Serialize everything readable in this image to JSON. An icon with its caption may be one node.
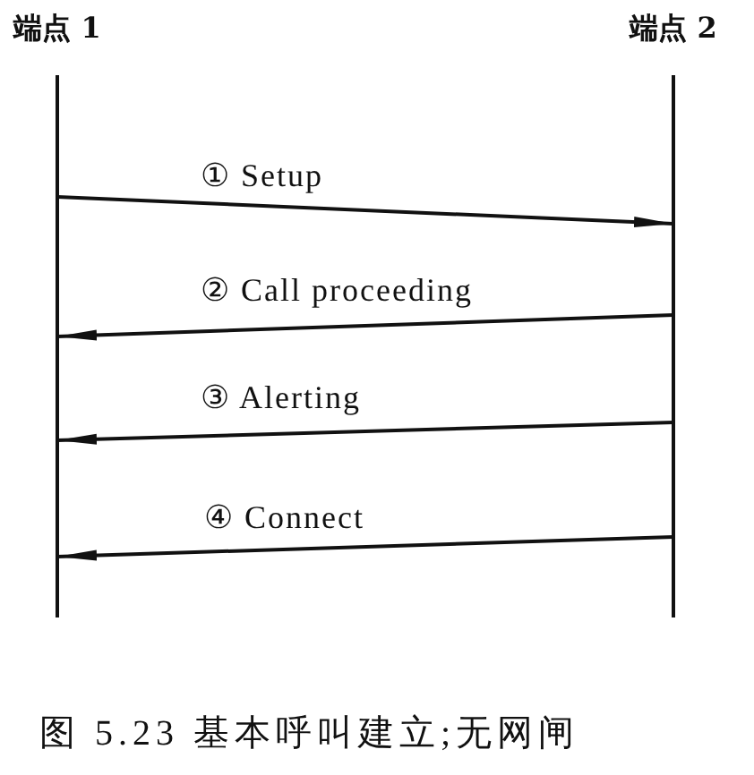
{
  "diagram": {
    "caption": "图 5.23 基本呼叫建立;无网闸",
    "nodes": [
      {
        "text": [
          "端点 1"
        ]
      },
      {
        "text": [
          "端点 2"
        ]
      }
    ],
    "edges": [
      {
        "from": 0,
        "to": 1,
        "arrow": "to",
        "label": "① Setup"
      },
      {
        "from": 1,
        "to": 0,
        "arrow": "to",
        "label": "② Call proceeding"
      },
      {
        "from": 1,
        "to": 0,
        "arrow": "to",
        "label": "③ Alerting"
      },
      {
        "from": 1,
        "to": 0,
        "arrow": "to",
        "label": "④ Connect"
      }
    ]
  }
}
